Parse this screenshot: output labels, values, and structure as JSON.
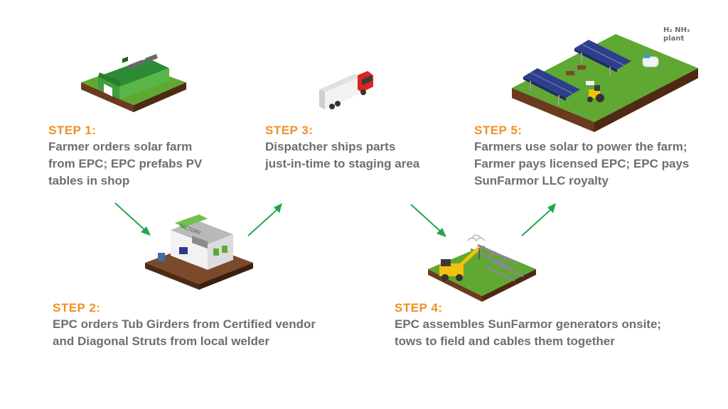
{
  "steps": [
    {
      "title": "STEP 1:",
      "lines": [
        "Farmer orders solar farm",
        "from EPC; EPC prefabs PV",
        "tables in shop"
      ]
    },
    {
      "title": "STEP 2:",
      "lines": [
        "EPC orders Tub Girders from Certified vendor",
        "and Diagonal Struts from local welder"
      ]
    },
    {
      "title": "STEP 3:",
      "lines": [
        "Dispatcher ships parts",
        "just-in-time to staging area"
      ]
    },
    {
      "title": "STEP 4:",
      "lines": [
        "EPC assembles SunFarmor generators onsite;",
        "tows to field and cables them together"
      ]
    },
    {
      "title": "STEP 5:",
      "lines": [
        "Farmers use solar to power the farm;",
        "Farmer pays licensed EPC; EPC pays",
        "SunFarmor LLC royalty"
      ]
    }
  ],
  "factory_sign": "FACTORY",
  "plant_label": [
    "H₂ NH₃",
    "plant"
  ],
  "colors": {
    "step_title": "#f0901e",
    "step_text": "#6e6e6e",
    "arrow": "#1fa84d",
    "grass": "#5fa832",
    "soil": "#6b3a1f"
  },
  "icons": [
    "barn-icon",
    "factory-icon",
    "truck-icon",
    "crane-icon",
    "solar-farm-icon"
  ]
}
